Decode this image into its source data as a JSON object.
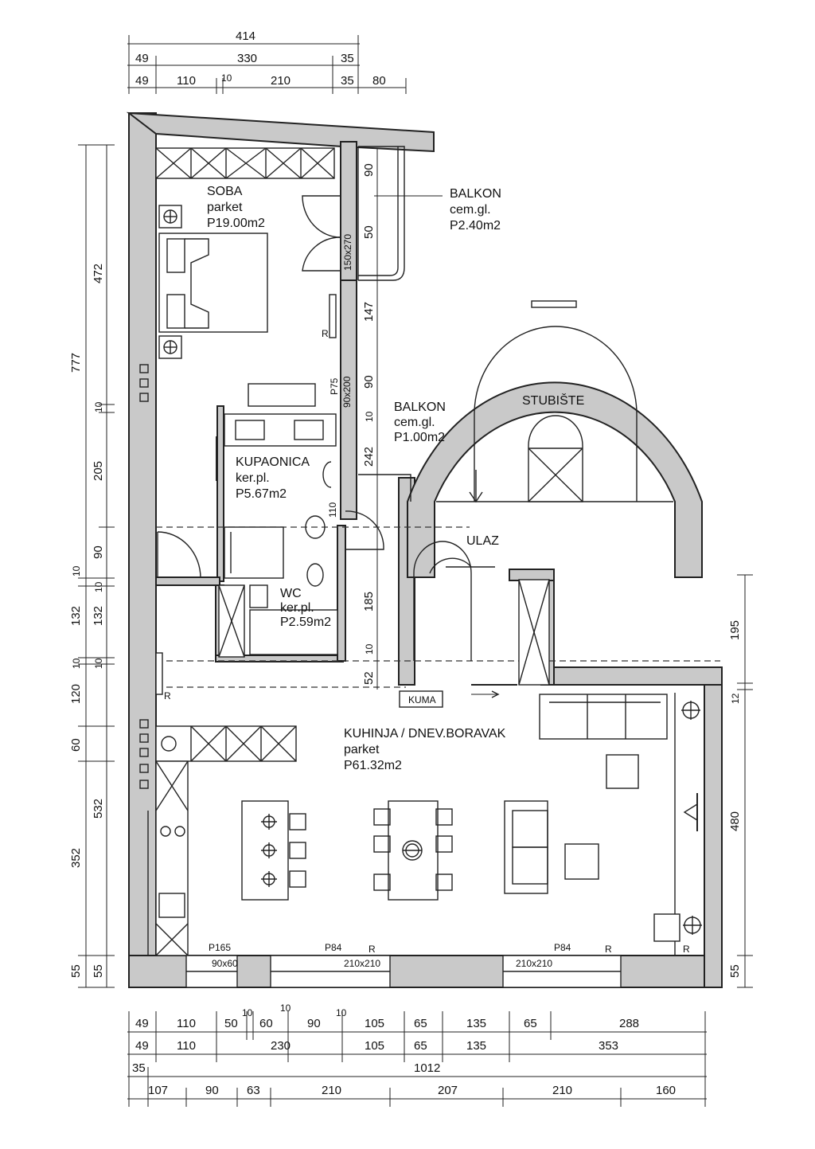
{
  "rooms": {
    "soba": {
      "name": "SOBA",
      "floor": "parket",
      "area": "P19.00m2"
    },
    "balkon1": {
      "name": "BALKON",
      "floor": "cem.gl.",
      "area": "P2.40m2"
    },
    "balkon2": {
      "name": "BALKON",
      "floor": "cem.gl.",
      "area": "P1.00m2"
    },
    "stubiste": {
      "name": "STUBIŠTE"
    },
    "kupaonica": {
      "name": "KUPAONICA",
      "floor": "ker.pl.",
      "area": "P5.67m2"
    },
    "wc": {
      "name": "WC",
      "floor": "ker.pl.",
      "area": "P2.59m2"
    },
    "kuhinja": {
      "name": "KUHINJA / DNEV.BORAVAK",
      "floor": "parket",
      "area": "P61.32m2"
    },
    "ulaz": {
      "name": "ULAZ"
    }
  },
  "labels": {
    "kuma": "KUMA",
    "window1": "P165",
    "window1_size": "90x60",
    "window2": "P84",
    "window2_size": "210x210",
    "window3": "P84",
    "window3_size": "210x210",
    "door_soba": "150x270",
    "door_bath_p": "P75",
    "door_bath_size": "90x200",
    "door_wc": "110",
    "r": "R"
  },
  "dims_top": {
    "row1": [
      "414"
    ],
    "row2": [
      "49",
      "330",
      "35"
    ],
    "row3": [
      "49",
      "110",
      "10",
      "210",
      "35",
      "80"
    ]
  },
  "dims_bottom": {
    "row1": [
      "49",
      "110",
      "50",
      "10",
      "60",
      "10",
      "90",
      "10",
      "105",
      "65",
      "135",
      "65",
      "288"
    ],
    "row2": [
      "49",
      "110",
      "230",
      "105",
      "65",
      "135",
      "353"
    ],
    "row3": [
      "35",
      "1012"
    ],
    "row4": [
      "107",
      "90",
      "63",
      "210",
      "207",
      "210",
      "160"
    ]
  },
  "dims_left": {
    "outer": [
      "777"
    ],
    "inner": [
      "472",
      "10",
      "205",
      "90",
      "10",
      "10",
      "132",
      "132",
      "10",
      "10",
      "120",
      "60",
      "532",
      "352",
      "55",
      "55"
    ]
  },
  "dims_right": [
    "195",
    "12",
    "480",
    "55"
  ],
  "dims_mid": [
    "90",
    "50",
    "147",
    "90",
    "10",
    "242",
    "185",
    "10",
    "52"
  ]
}
